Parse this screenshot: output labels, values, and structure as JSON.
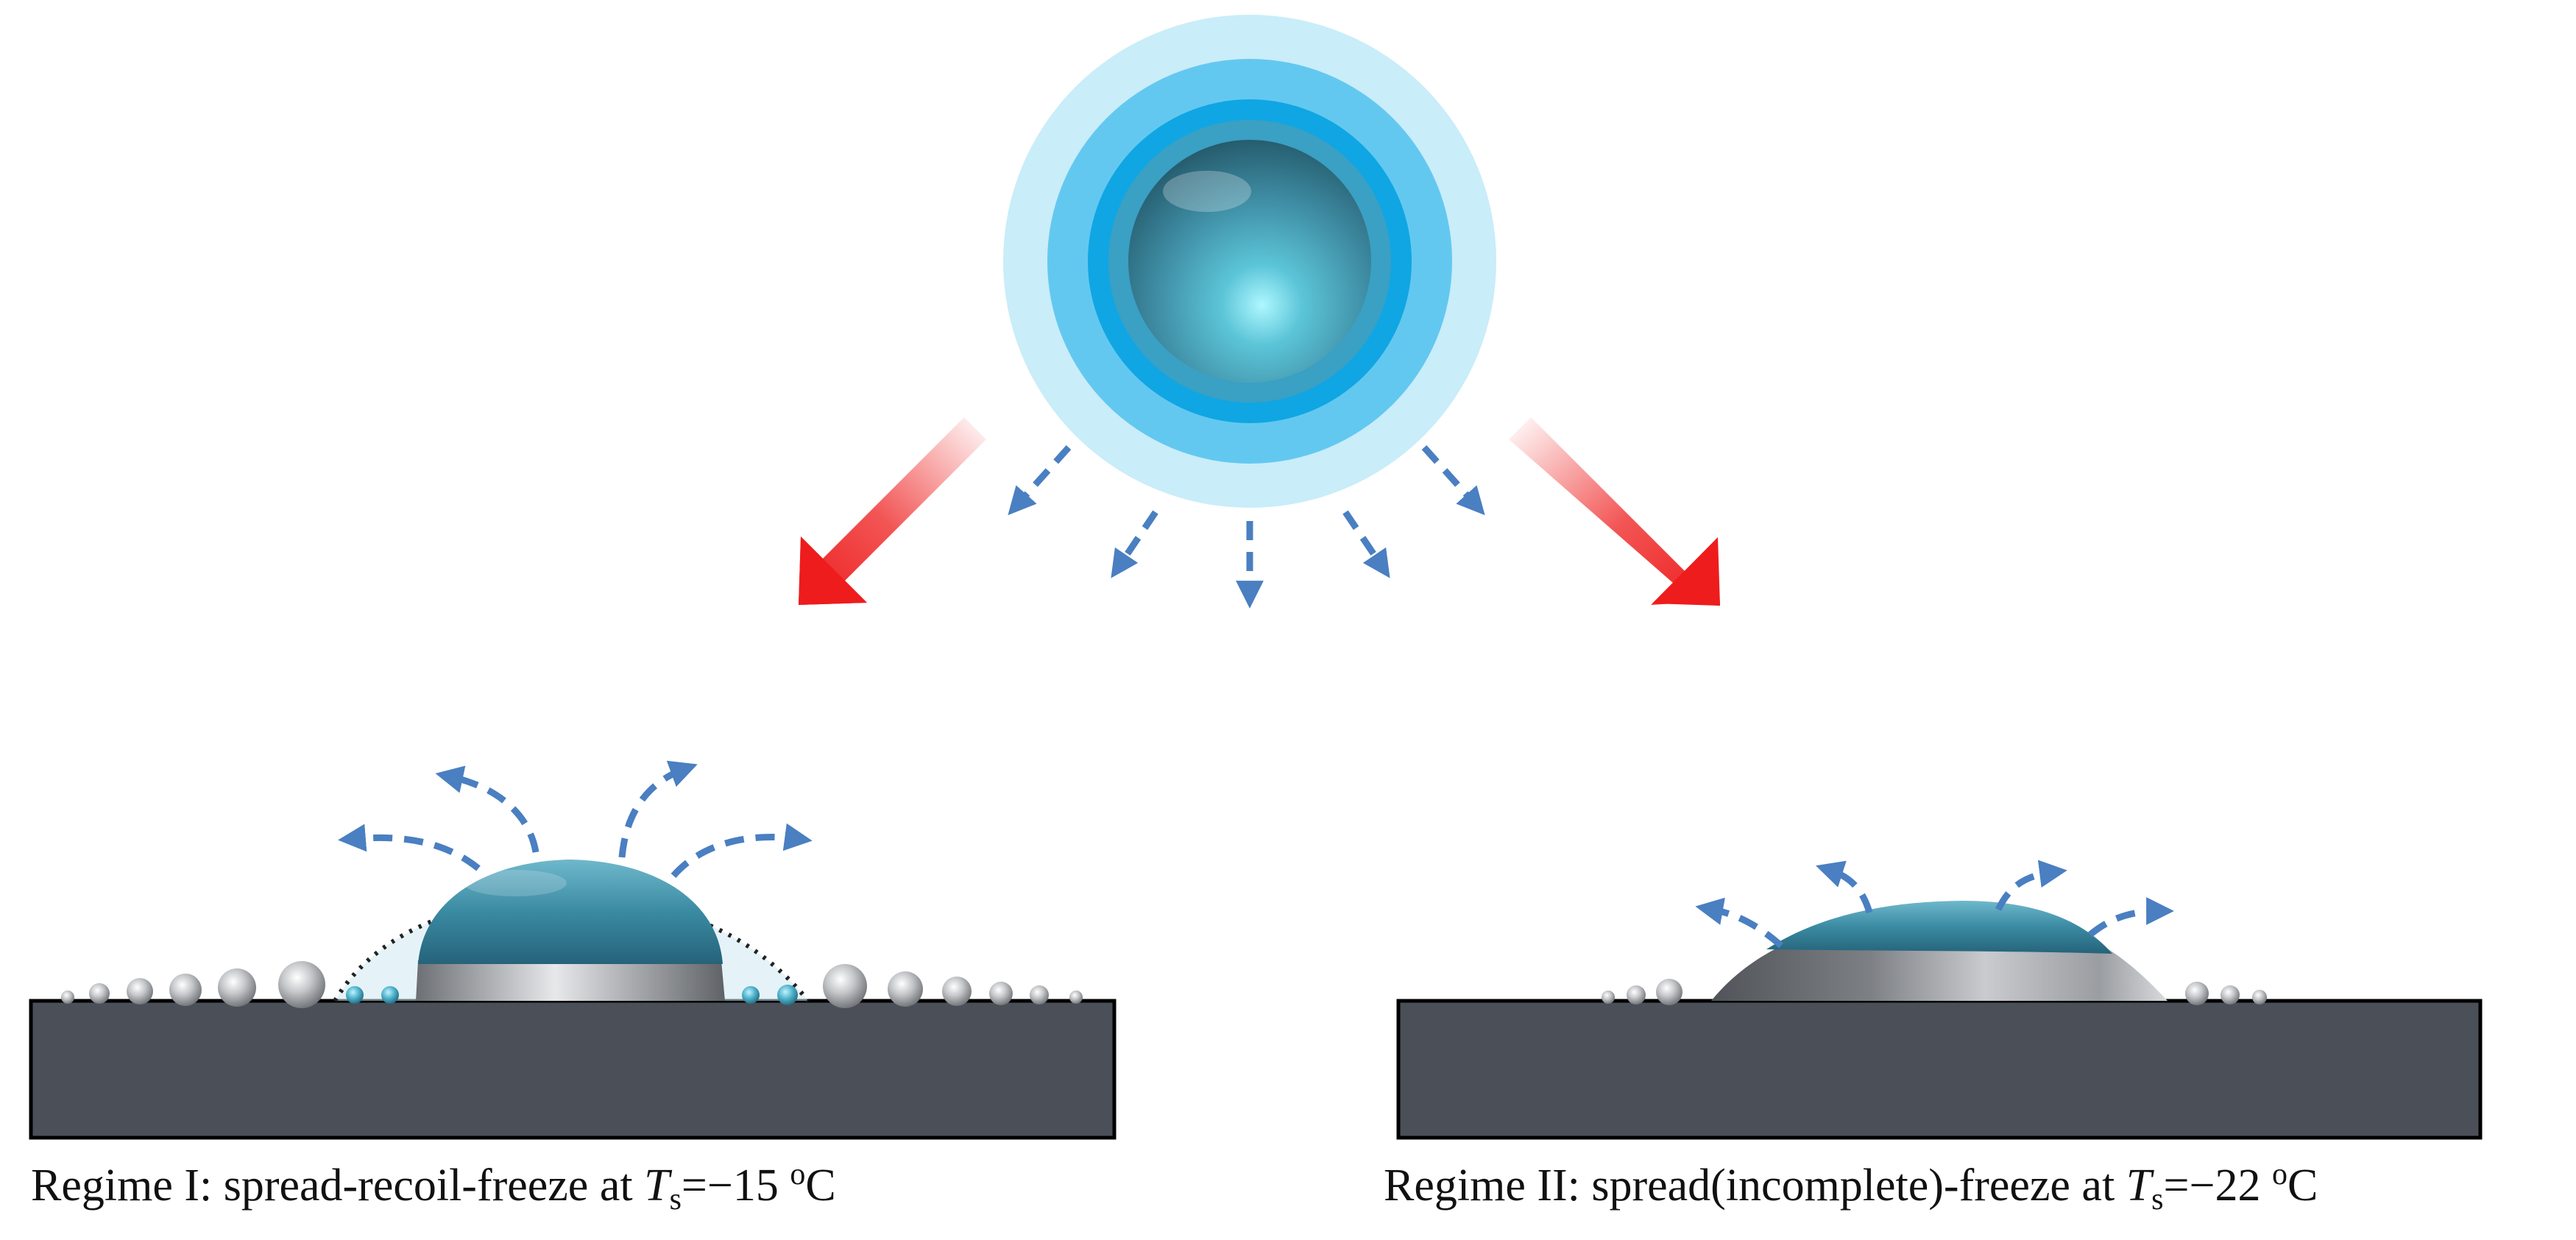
{
  "captions": {
    "regime_1": {
      "prefix": "Regime I: spread-recoil-freeze at ",
      "var": "T",
      "subscript": "s",
      "equals": "=−15 ",
      "superscript": "o",
      "unit": "C"
    },
    "regime_2": {
      "prefix": "Regime II: spread(incomplete)-freeze at ",
      "var": "T",
      "subscript": "s",
      "equals": "=−22 ",
      "superscript": "o",
      "unit": "C"
    }
  },
  "colors": {
    "substrate": "#4b4f58",
    "arrow_red": "#ee1c1c",
    "arrow_blue": "#4a7fc1",
    "halo_outer": "#c8ecf8",
    "halo_mid": "#62c6ef",
    "halo_inner": "#12a8e4",
    "droplet_teal": "#3f8ea6",
    "frozen_gray": "#8a8d92"
  }
}
